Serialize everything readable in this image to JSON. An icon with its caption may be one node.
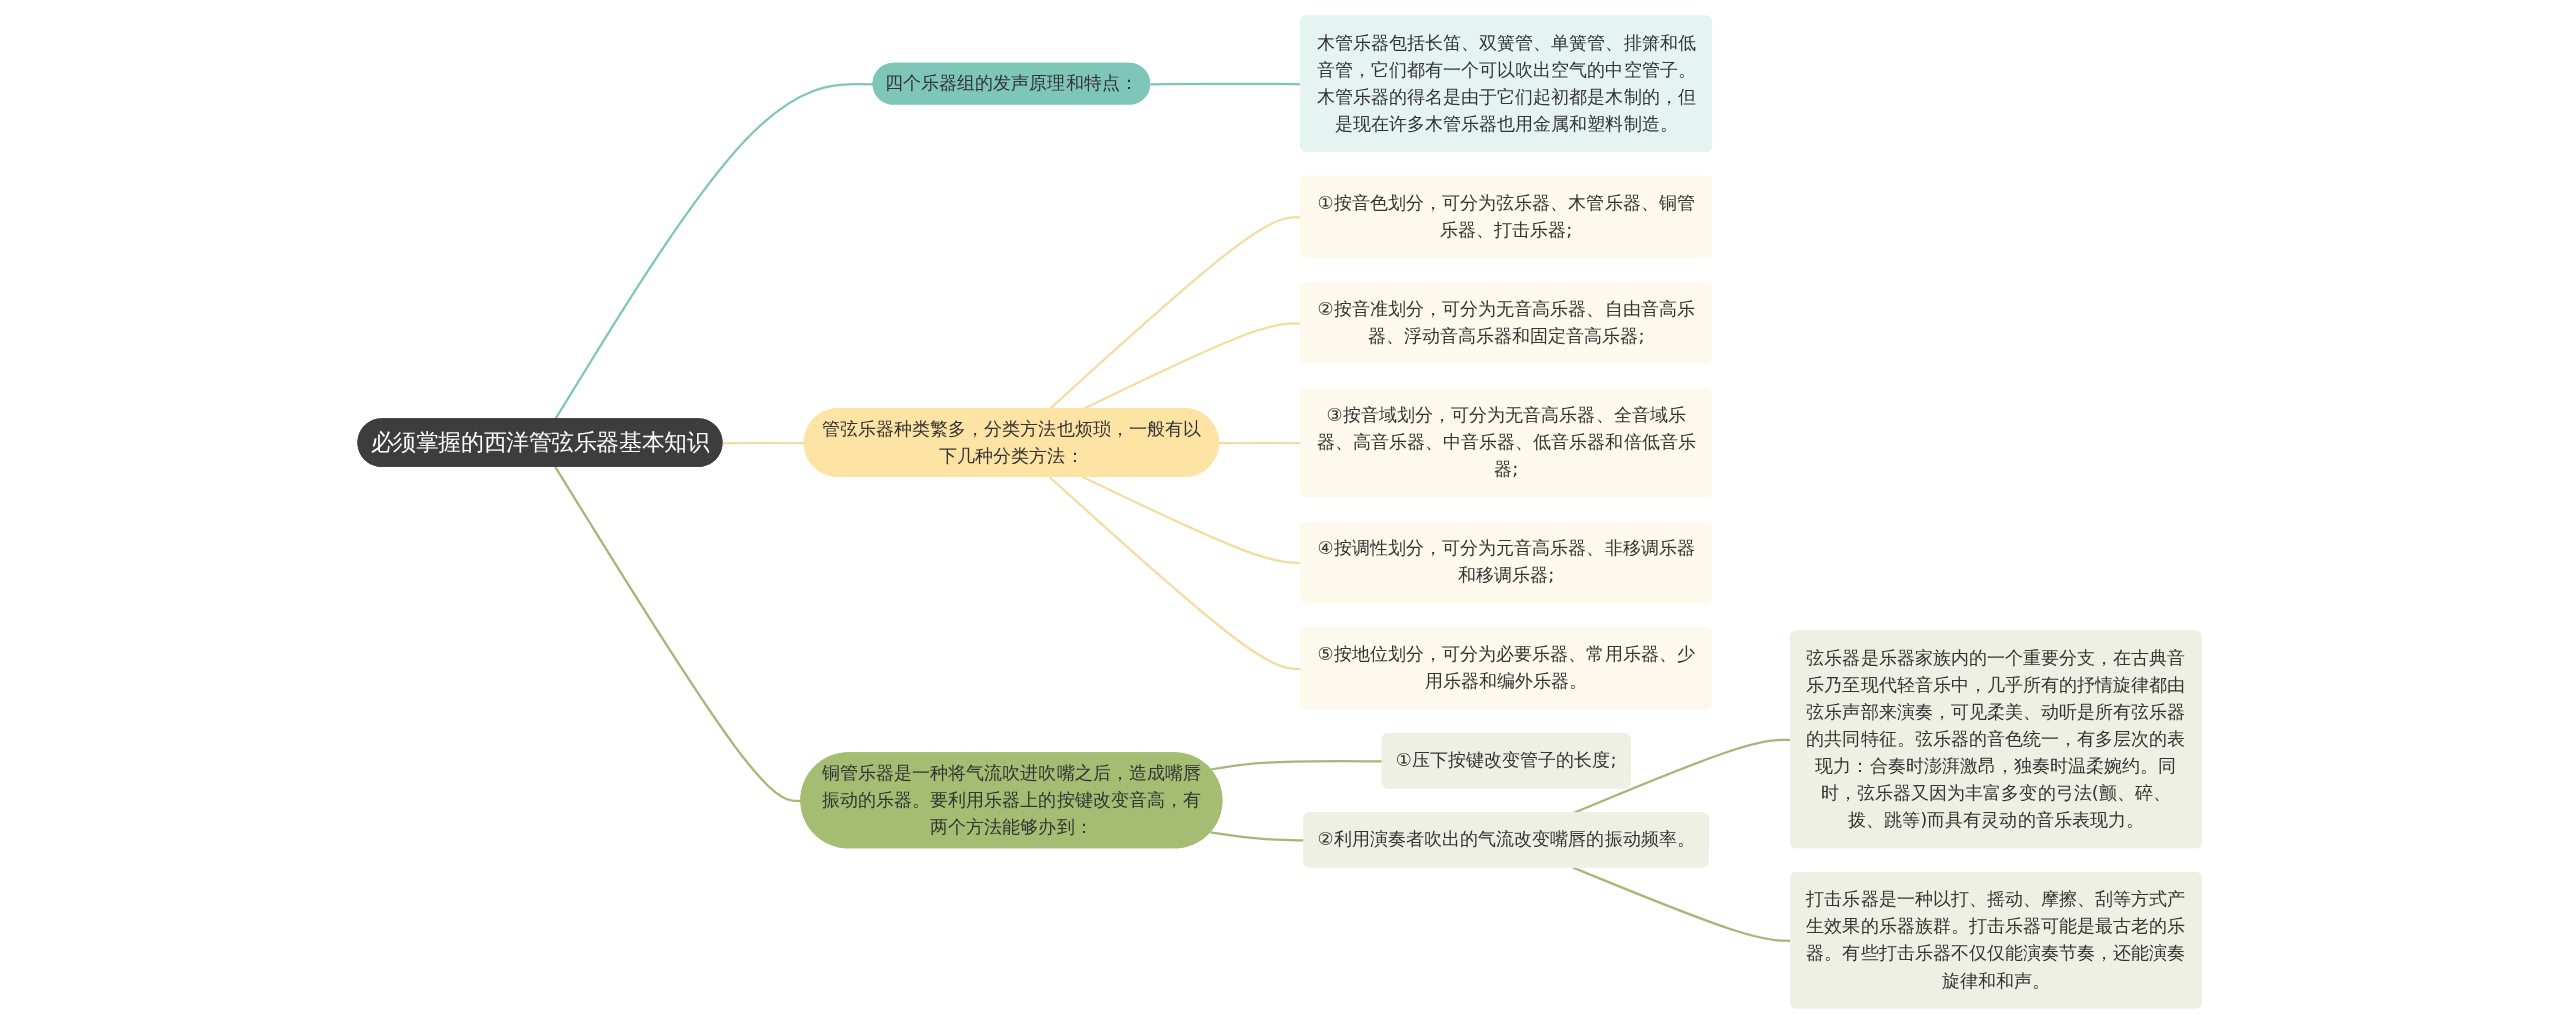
{
  "diagram": {
    "nodes": [
      {
        "text": [
          "必须掌握的西洋管弦乐器基本知识"
        ]
      },
      {
        "text": [
          "管弦乐器种类繁多，分类方法也烦琐，一般有以下几种分类方法："
        ]
      },
      {
        "text": [
          "①按音色划分，可分为弦乐器、木管乐器、铜管乐器、打击乐器;"
        ]
      },
      {
        "text": [
          "②按音准划分，可分为无音高乐器、自由音高乐器、浮动音高乐器和固定音高乐器;"
        ]
      },
      {
        "text": [
          "③按音域划分，可分为无音高乐器、全音域乐器、高音乐器、中音乐器、低音乐器和倍低音乐器;"
        ]
      },
      {
        "text": [
          "④按调性划分，可分为元音高乐器、非移调乐器和移调乐器;"
        ]
      },
      {
        "text": [
          "⑤按地位划分，可分为必要乐器、常用乐器、少用乐器和编外乐器。"
        ]
      },
      {
        "text": [
          "铜管乐器是一种将气流吹进吹嘴之后，造成嘴唇振动的乐器。要利用乐器上的按键改变音高，有两个方法能够办到："
        ]
      },
      {
        "text": [
          "①压下按键改变管子的长度;"
        ]
      },
      {
        "text": [
          "②利用演奏者吹出的气流改变嘴唇的振动频率。"
        ]
      },
      {
        "text": [
          "弦乐器是乐器家族内的一个重要分支，在古典音乐乃至现代轻音乐中，几乎所有的抒情旋律都由弦乐声部来演奏，可见柔美、动听是所有弦乐器的共同特征。弦乐器的音色统一，有多层次的表现力：合奏时澎湃激昂，独奏时温柔婉约。同时，弦乐器又因为丰富多变的弓法(颤、碎、拨、跳等)而具有灵动的音乐表现力。"
        ]
      },
      {
        "text": [
          "打击乐器是一种以打、摇动、摩擦、刮等方式产生效果的乐器族群。打击乐器可能是最古老的乐器。有些打击乐器不仅仅能演奏节奏，还能演奏旋律和和声。"
        ]
      },
      {
        "text": [
          "四个乐器组的发声原理和特点："
        ]
      },
      {
        "text": [
          "木管乐器包括长笛、双簧管、单簧管、排箫和低音管，它们都有一个可以吹出空气的中空管子。木管乐器的得名是由于它们起初都是木制的，但是现在许多木管乐器也用金属和塑料制造。"
        ]
      }
    ],
    "edges": [
      {
        "from": 0,
        "to": 1,
        "arrow": "none",
        "color": "#f3dc9f"
      },
      {
        "from": 1,
        "to": 2,
        "arrow": "none",
        "color": "#f3dc9f"
      },
      {
        "from": 1,
        "to": 3,
        "arrow": "none",
        "color": "#f3dc9f"
      },
      {
        "from": 1,
        "to": 4,
        "arrow": "none",
        "color": "#f3dc9f"
      },
      {
        "from": 1,
        "to": 5,
        "arrow": "none",
        "color": "#f3dc9f"
      },
      {
        "from": 1,
        "to": 6,
        "arrow": "none",
        "color": "#f3dc9f"
      },
      {
        "from": 0,
        "to": 7,
        "arrow": "none"
      },
      {
        "from": 7,
        "to": 8,
        "arrow": "none"
      },
      {
        "from": 7,
        "to": 9,
        "arrow": "none"
      },
      {
        "from": 9,
        "to": 10,
        "arrow": "none"
      },
      {
        "from": 9,
        "to": 11,
        "arrow": "none"
      },
      {
        "from": 0,
        "to": 12,
        "arrow": "none",
        "color": "#7ec6b8"
      },
      {
        "from": 12,
        "to": 13,
        "arrow": "none",
        "color": "#7ec6b8"
      }
    ]
  }
}
